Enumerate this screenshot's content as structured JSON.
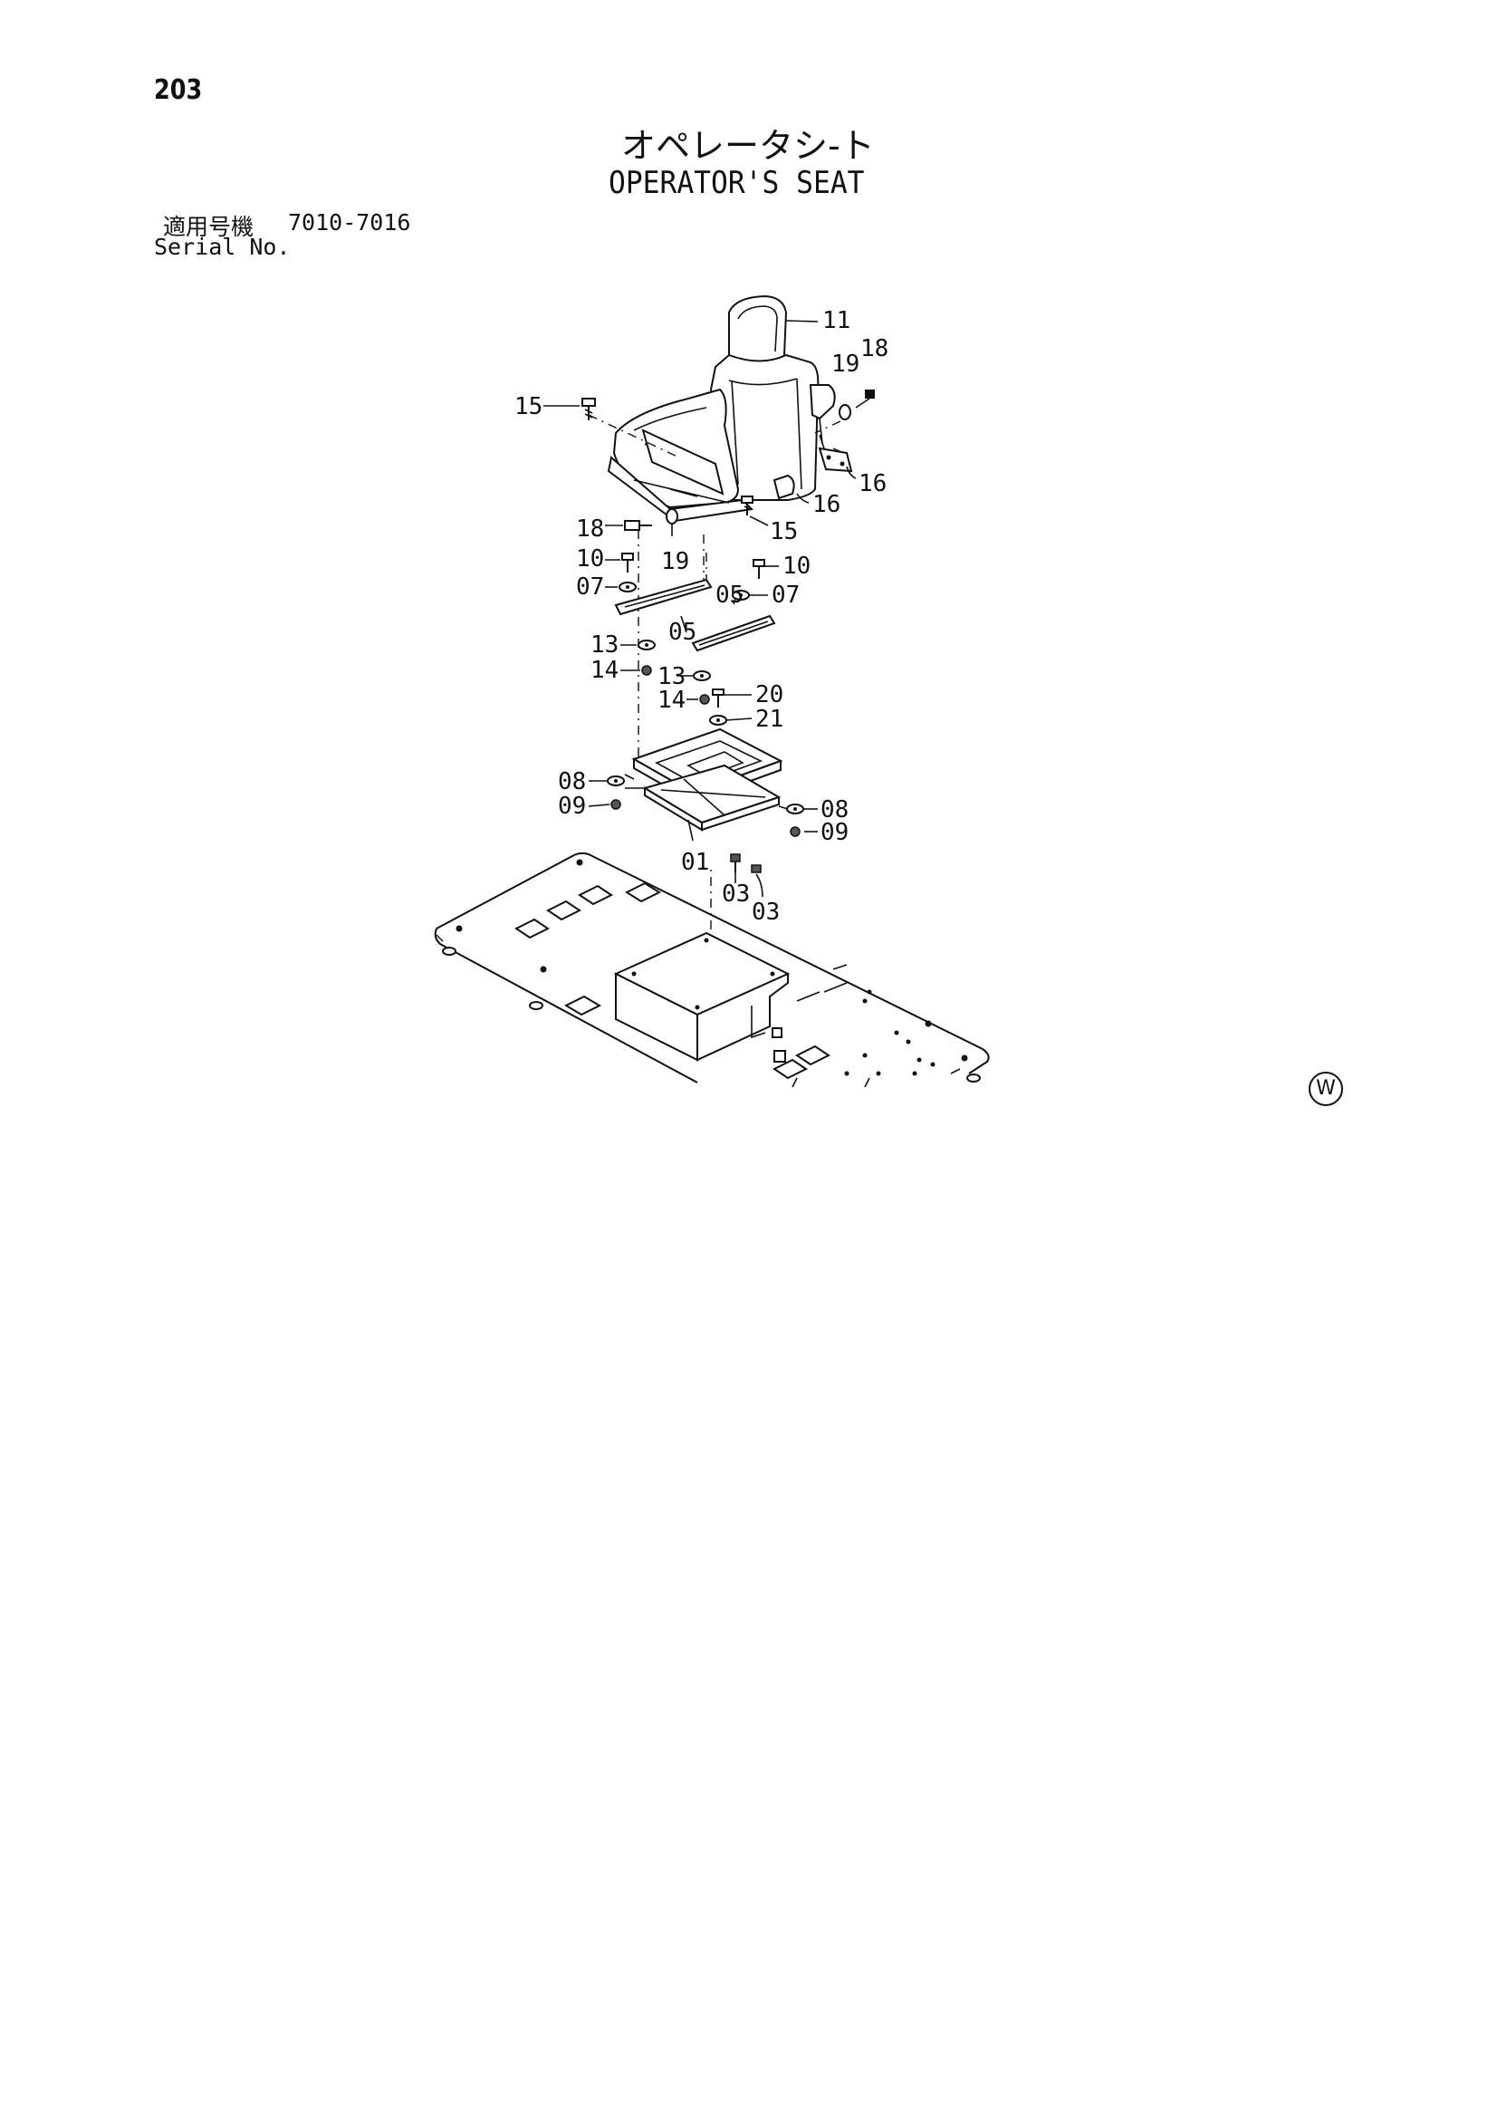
{
  "page_number": "203",
  "title_jp": "オペレータシ-ト",
  "title_en": "OPERATOR'S SEAT",
  "serial": {
    "label_jp": "適用号機",
    "range": "7010-7016",
    "label_en": "Serial No."
  },
  "parts": {
    "p11": "11",
    "p18a": "18",
    "p19a": "19",
    "p15a": "15",
    "p16a": "16",
    "p16b": "16",
    "p15b": "15",
    "p18b": "18",
    "p19b": "19",
    "p10a": "10",
    "p07a": "07",
    "p10b": "10",
    "p05a": "05",
    "p07b": "07",
    "p05b": "05",
    "p13a": "13",
    "p14a": "14",
    "p13b": "13",
    "p20": "20",
    "p14b": "14",
    "p21": "21",
    "p08a": "08",
    "p09a": "09",
    "p08b": "08",
    "p09b": "09",
    "p01": "01",
    "p03a": "03",
    "p03b": "03"
  },
  "mark": "W"
}
